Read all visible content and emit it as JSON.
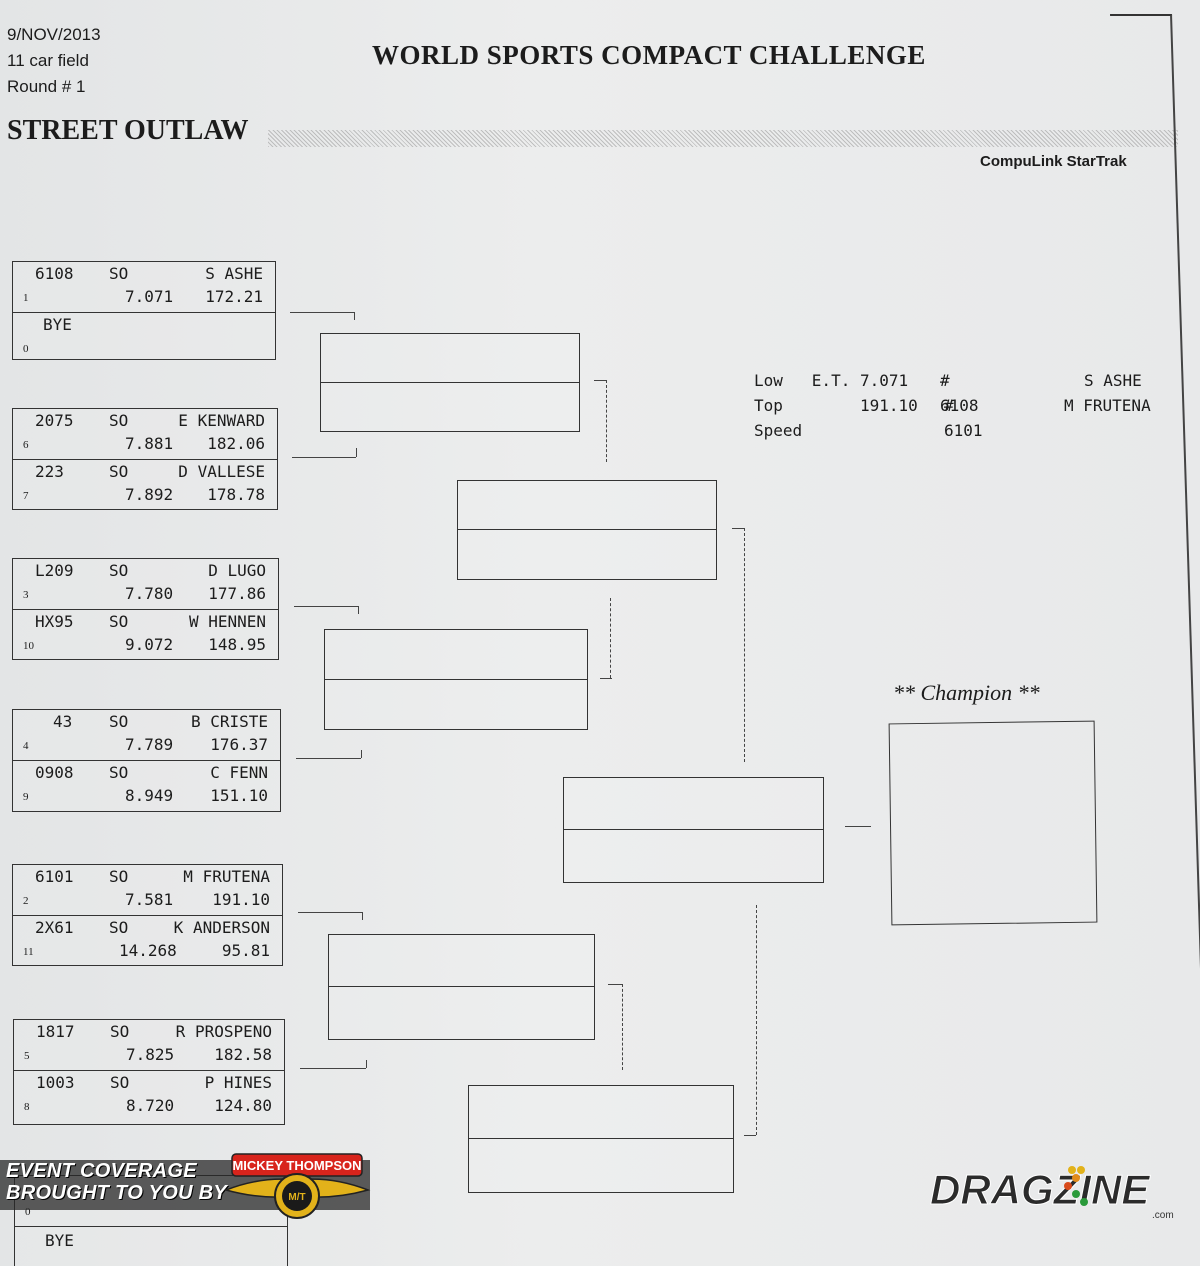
{
  "header": {
    "date": "9/NOV/2013",
    "field": "11 car field",
    "round": "Round # 1",
    "title": "WORLD SPORTS COMPACT CHALLENGE",
    "class_name": "STREET OUTLAW",
    "software": "CompuLink StarTrak"
  },
  "pairs": [
    {
      "top": {
        "car": "6108",
        "class": "SO",
        "driver": "S ASHE",
        "et": "7.071",
        "speed": "172.21",
        "seed": "1"
      },
      "bottom": {
        "bye": "BYE",
        "seed": "0"
      }
    },
    {
      "top": {
        "car": "2075",
        "class": "SO",
        "driver": "E KENWARD",
        "et": "7.881",
        "speed": "182.06",
        "seed": "6"
      },
      "bottom": {
        "car": "223",
        "class": "SO",
        "driver": "D VALLESE",
        "et": "7.892",
        "speed": "178.78",
        "seed": "7"
      }
    },
    {
      "top": {
        "car": "L209",
        "class": "SO",
        "driver": "D LUGO",
        "et": "7.780",
        "speed": "177.86",
        "seed": "3"
      },
      "bottom": {
        "car": "HX95",
        "class": "SO",
        "driver": "W HENNEN",
        "et": "9.072",
        "speed": "148.95",
        "seed": "10"
      }
    },
    {
      "top": {
        "car": "43",
        "class": "SO",
        "driver": "B CRISTE",
        "et": "7.789",
        "speed": "176.37",
        "seed": "4"
      },
      "bottom": {
        "car": "0908",
        "class": "SO",
        "driver": "C FENN",
        "et": "8.949",
        "speed": "151.10",
        "seed": "9"
      }
    },
    {
      "top": {
        "car": "6101",
        "class": "SO",
        "driver": "M FRUTENA",
        "et": "7.581",
        "speed": "191.10",
        "seed": "2"
      },
      "bottom": {
        "car": "2X61",
        "class": "SO",
        "driver": "K ANDERSON",
        "et": "14.268",
        "speed": "95.81",
        "seed": "11"
      }
    },
    {
      "top": {
        "car": "1817",
        "class": "SO",
        "driver": "R PROSPENO",
        "et": "7.825",
        "speed": "182.58",
        "seed": "5"
      },
      "bottom": {
        "car": "1003",
        "class": "SO",
        "driver": "P HINES",
        "et": "8.720",
        "speed": "124.80",
        "seed": "8"
      }
    },
    {
      "top": {
        "seed": "0"
      },
      "bottom": {
        "bye": "BYE"
      }
    }
  ],
  "records": {
    "low_et_label": "Low   E.T.",
    "low_et_value": "7.071",
    "low_et_car": "# 6108",
    "low_et_driver": "S ASHE",
    "top_speed_label": "Top Speed",
    "top_speed_value": "191.10",
    "top_speed_car": "# 6101",
    "top_speed_driver": "M FRUTENA"
  },
  "champion_label": "** Champion **",
  "watermark": {
    "line1": "EVENT COVERAGE",
    "line2": "BROUGHT TO YOU BY",
    "sponsor": "MICKEY THOMPSON",
    "site_logo": "DRAGZINE",
    "site_suffix": ".com"
  }
}
